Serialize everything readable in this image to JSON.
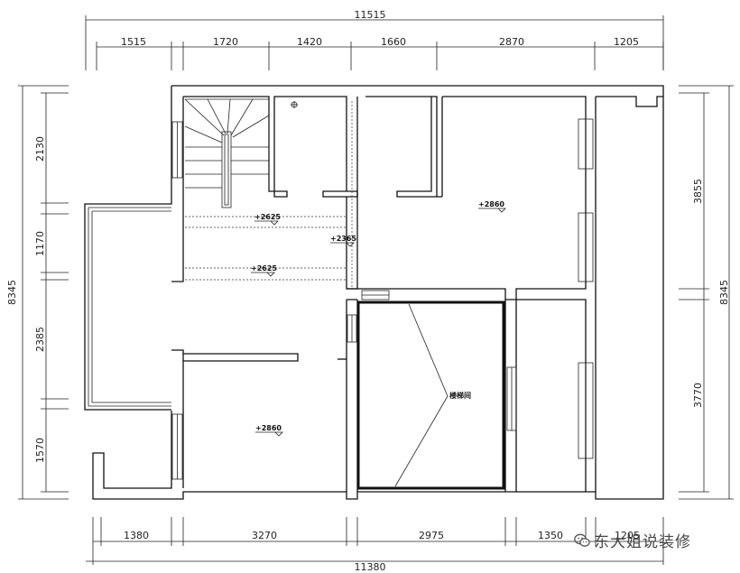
{
  "dimensions": {
    "top_total": "11515",
    "top_segments": [
      "1515",
      "1720",
      "1420",
      "1660",
      "2870",
      "1205"
    ],
    "bottom_total": "11380",
    "bottom_segments": [
      "1380",
      "3270",
      "2975",
      "1350",
      "1205"
    ],
    "left_total": "8345",
    "left_segments": [
      "2130",
      "1170",
      "2385",
      "1570"
    ],
    "right_total": "8345",
    "right_segments": [
      "3855",
      "3770"
    ]
  },
  "levels": {
    "stair_upper": "+2625",
    "corridor": "+2365",
    "stair_lower": "+2625",
    "room_northeast": "+2860",
    "room_southwest": "+2860",
    "void_label": "楼梯间"
  },
  "watermark": {
    "text": "东大姐说装修",
    "icon": "wechat-logo-icon"
  },
  "colors": {
    "line": "#111111",
    "background": "#ffffff"
  }
}
